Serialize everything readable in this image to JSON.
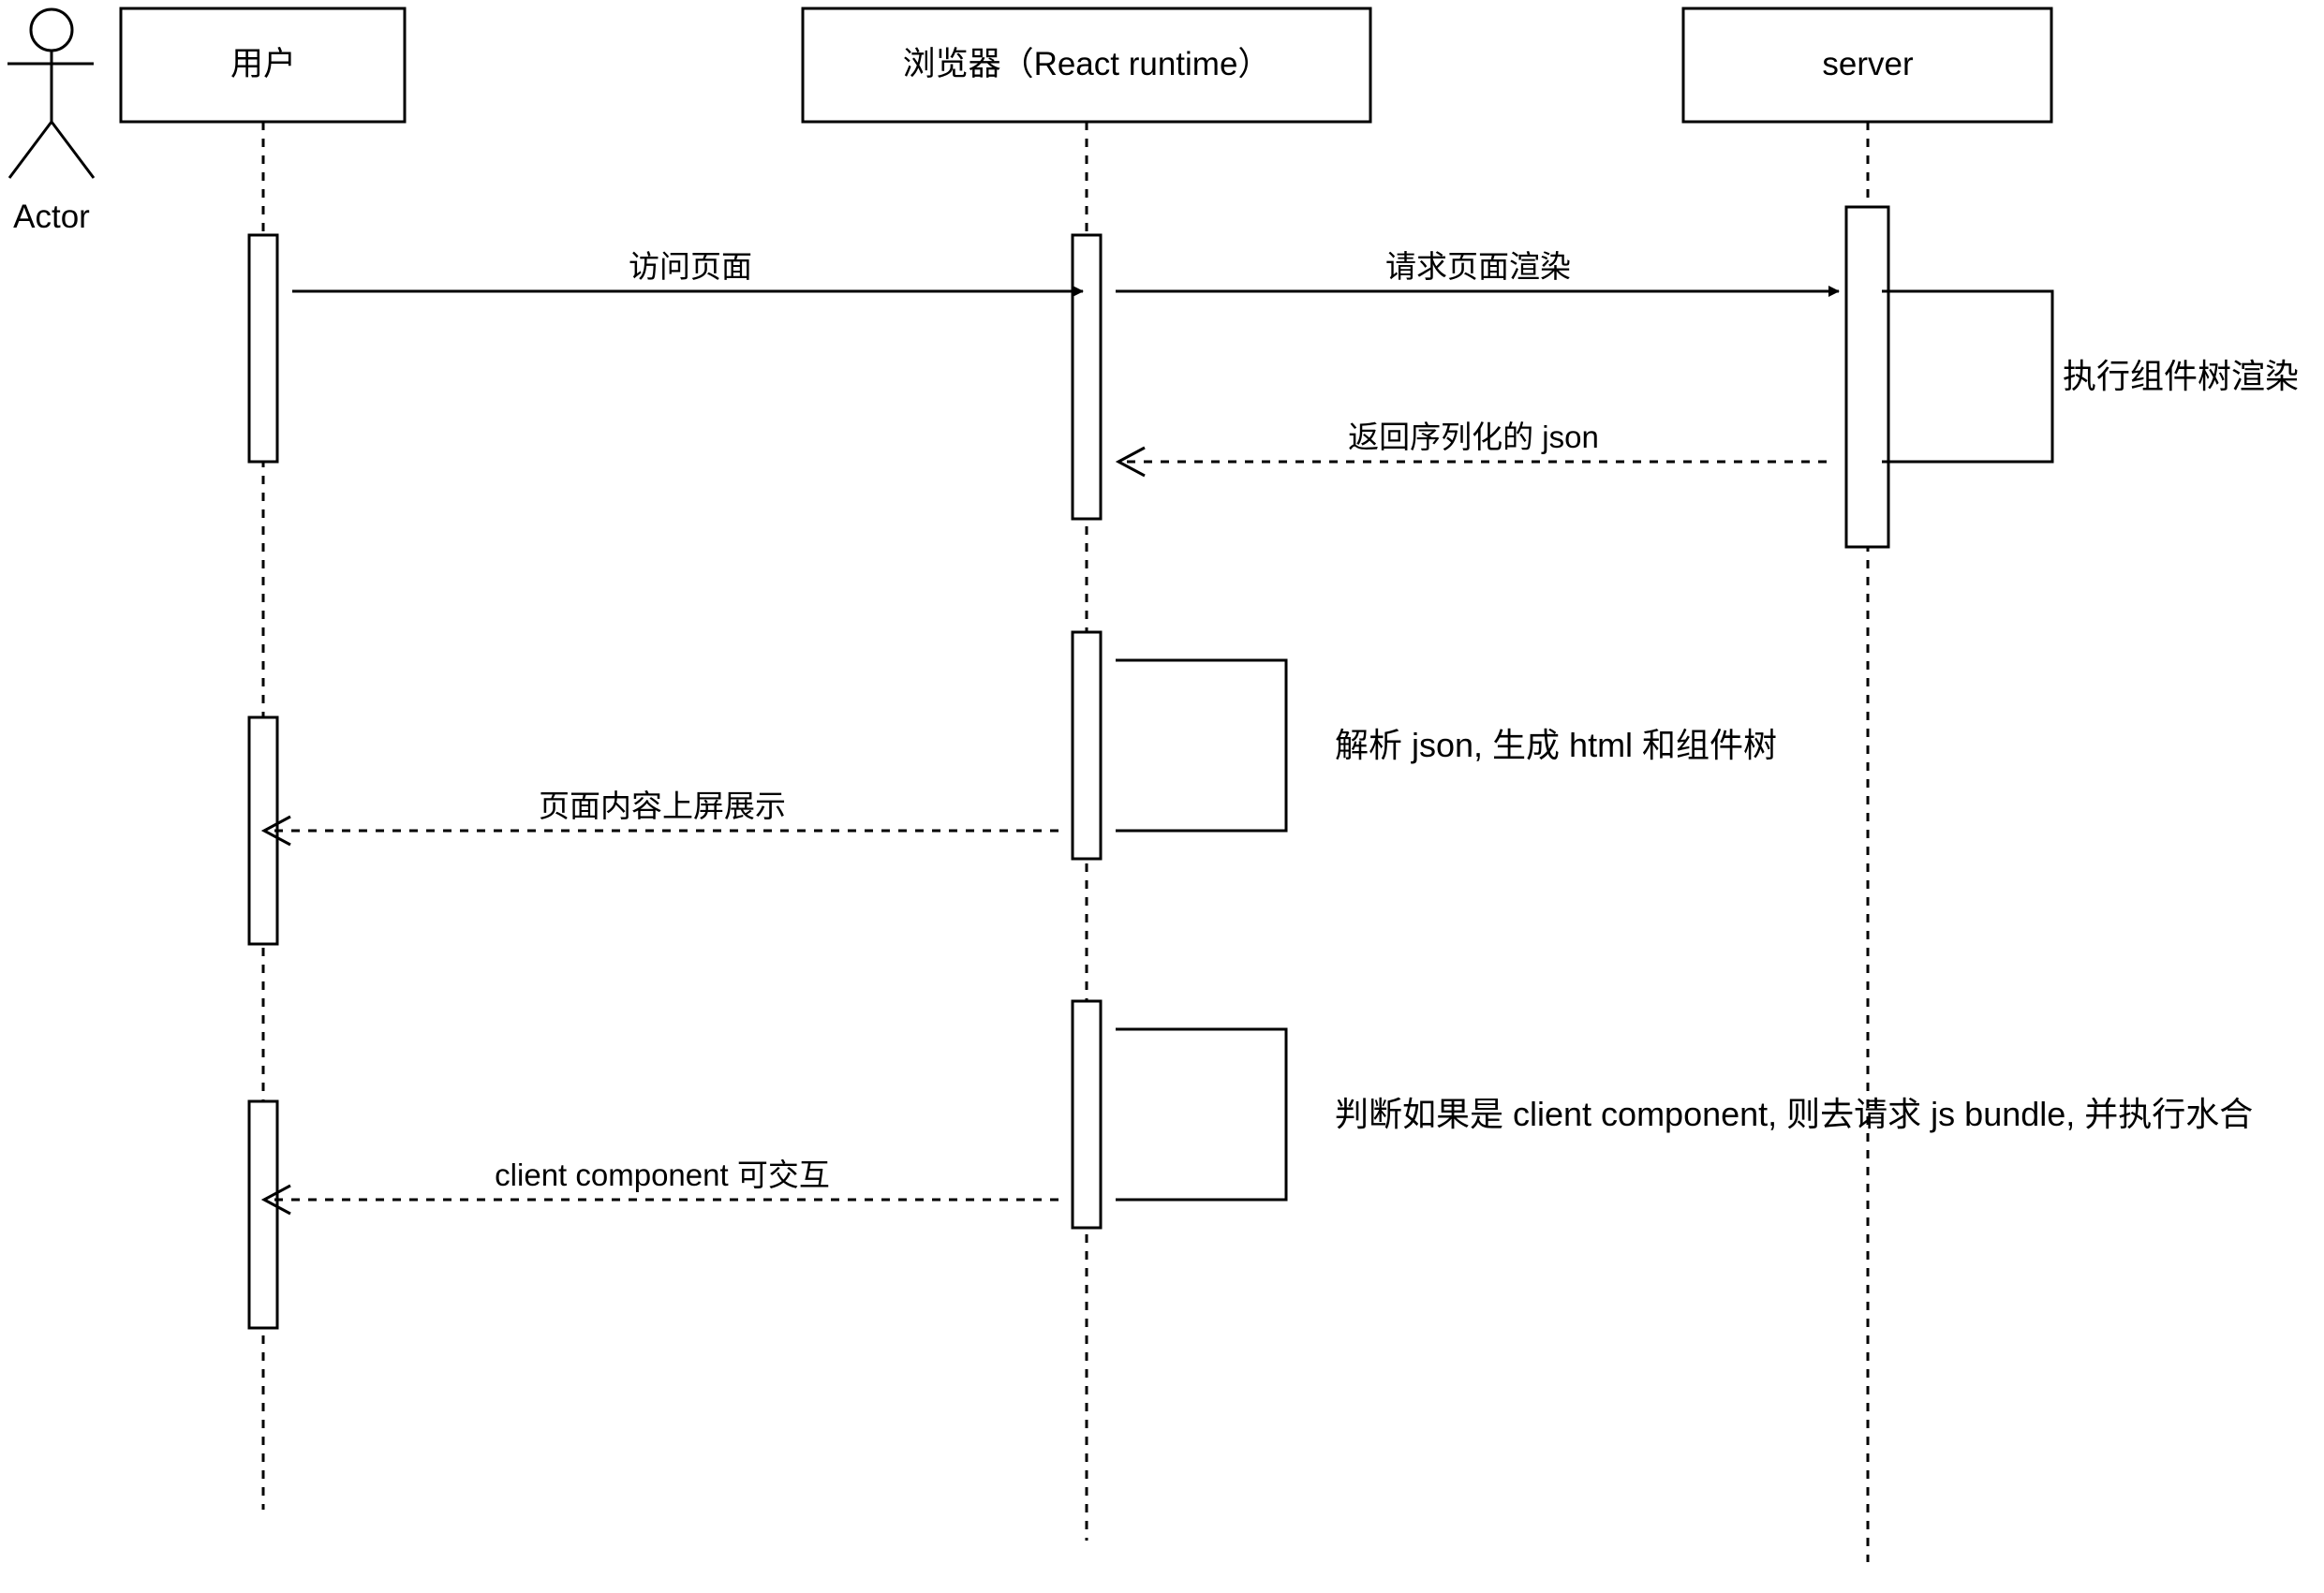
{
  "diagram": {
    "type": "sequence",
    "actor": {
      "label": "Actor"
    },
    "participants": [
      {
        "id": "user",
        "label": "用户"
      },
      {
        "id": "browser",
        "label": "浏览器（React runtime）"
      },
      {
        "id": "server",
        "label": "server"
      }
    ],
    "messages": [
      {
        "from": "user",
        "to": "browser",
        "label": "访问页面",
        "style": "solid"
      },
      {
        "from": "browser",
        "to": "server",
        "label": "请求页面渲染",
        "style": "solid"
      },
      {
        "from": "server",
        "to": "server",
        "label": "执行组件树渲染",
        "style": "self"
      },
      {
        "from": "server",
        "to": "browser",
        "label": "返回序列化的 json",
        "style": "dashed"
      },
      {
        "from": "browser",
        "to": "browser",
        "label": "解析 json, 生成 html 和组件树",
        "style": "self"
      },
      {
        "from": "browser",
        "to": "user",
        "label": "页面内容上屏展示",
        "style": "dashed"
      },
      {
        "from": "browser",
        "to": "browser",
        "label": "判断如果是 client component, 则去请求 js bundle, 并执行水合",
        "style": "self"
      },
      {
        "from": "browser",
        "to": "user",
        "label": "client component 可交互",
        "style": "dashed"
      }
    ]
  }
}
